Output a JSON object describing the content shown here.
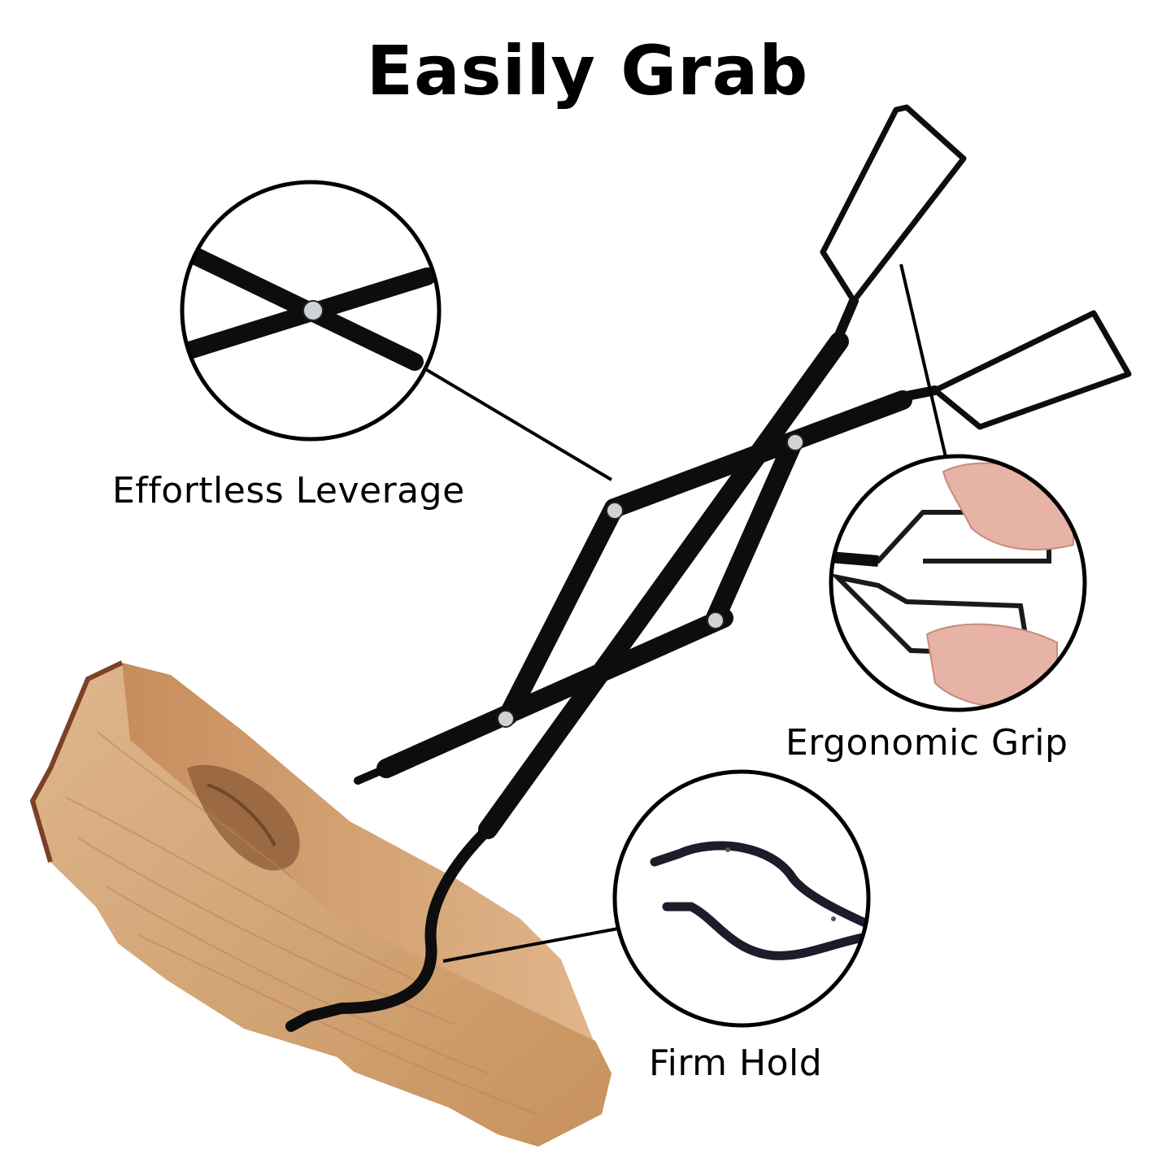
{
  "headline": "Easily Grab",
  "features": [
    {
      "label": "Effortless Leverage",
      "icon": "pivot-crossing-icon"
    },
    {
      "label": "Ergonomic Grip",
      "icon": "hands-on-handles-icon"
    },
    {
      "label": "Firm Hold",
      "icon": "curved-jaws-icon"
    }
  ],
  "colors": {
    "background": "#ffffff",
    "tong_metal": "#0d0d0d",
    "wood": "#d9b084",
    "bark": "#9a5a3c",
    "skin": "#e7b3a6"
  }
}
